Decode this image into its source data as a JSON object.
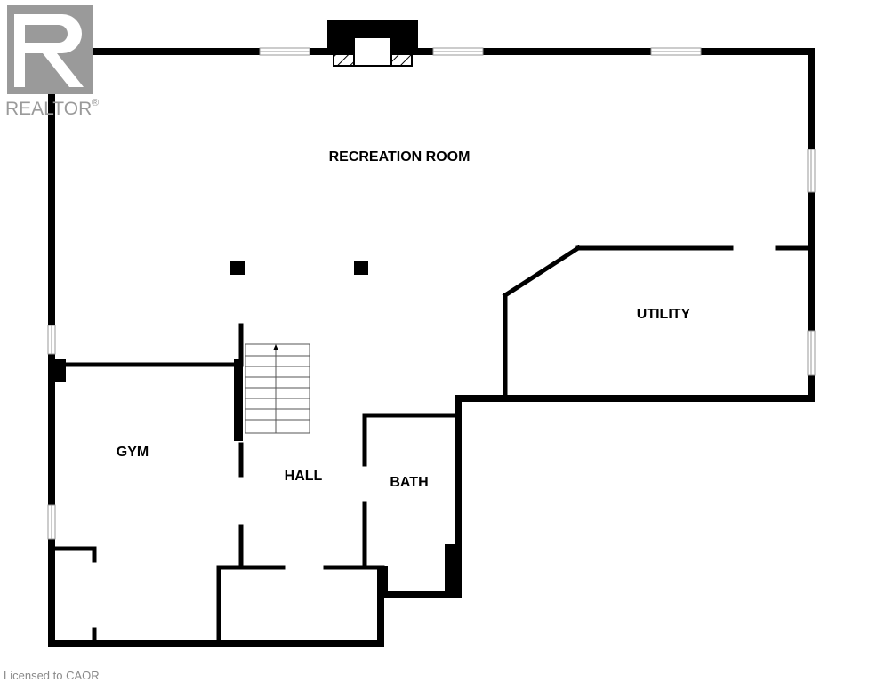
{
  "rooms": {
    "recreation_room": "RECREATION ROOM",
    "utility": "UTILITY",
    "gym": "GYM",
    "hall": "HALL",
    "bath": "BATH"
  },
  "watermark": {
    "logo_text": "REALTOR",
    "registered_mark": "®",
    "license_text": "Licensed to CAOR"
  },
  "colors": {
    "wall": "#000000",
    "background": "#ffffff",
    "watermark": "#9a9a9a",
    "window_fill": "#ffffff",
    "window_line": "#aaaaaa"
  }
}
